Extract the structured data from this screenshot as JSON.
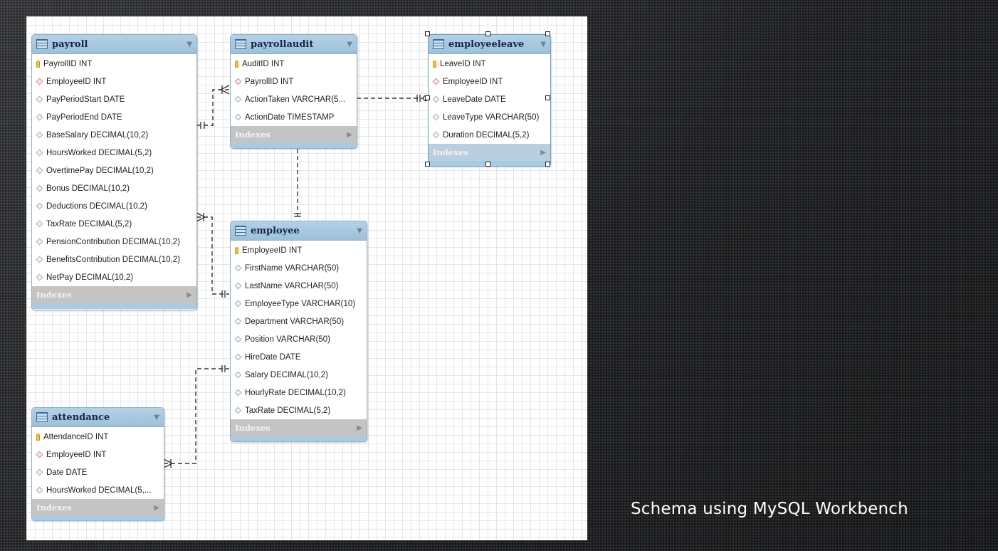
{
  "caption": "Schema using MySQL Workbench",
  "indexes_label": "Indexes",
  "colors": {
    "header": "#a3c4dc",
    "footer": "#c4c4c4",
    "pk_key": "#f0c43a",
    "fk_diamond": "#d48d8d"
  },
  "tables": {
    "payroll": {
      "title": "payroll",
      "columns": [
        {
          "text": "PayrollID INT",
          "kind": "pk"
        },
        {
          "text": "EmployeeID INT",
          "kind": "fk"
        },
        {
          "text": "PayPeriodStart DATE",
          "kind": "col"
        },
        {
          "text": "PayPeriodEnd DATE",
          "kind": "col"
        },
        {
          "text": "BaseSalary DECIMAL(10,2)",
          "kind": "col"
        },
        {
          "text": "HoursWorked DECIMAL(5,2)",
          "kind": "col"
        },
        {
          "text": "OvertimePay DECIMAL(10,2)",
          "kind": "col"
        },
        {
          "text": "Bonus DECIMAL(10,2)",
          "kind": "col"
        },
        {
          "text": "Deductions DECIMAL(10,2)",
          "kind": "col"
        },
        {
          "text": "TaxRate DECIMAL(5,2)",
          "kind": "col"
        },
        {
          "text": "PensionContribution DECIMAL(10,2)",
          "kind": "col"
        },
        {
          "text": "BenefitsContribution DECIMAL(10,2)",
          "kind": "col"
        },
        {
          "text": "NetPay DECIMAL(10,2)",
          "kind": "col"
        }
      ]
    },
    "payrollaudit": {
      "title": "payrollaudit",
      "columns": [
        {
          "text": "AuditID INT",
          "kind": "pk"
        },
        {
          "text": "PayrollID INT",
          "kind": "fk"
        },
        {
          "text": "ActionTaken VARCHAR(5...",
          "kind": "col"
        },
        {
          "text": "ActionDate TIMESTAMP",
          "kind": "col"
        }
      ]
    },
    "employeeleave": {
      "title": "employeeleave",
      "columns": [
        {
          "text": "LeaveID INT",
          "kind": "pk"
        },
        {
          "text": "EmployeeID INT",
          "kind": "fk"
        },
        {
          "text": "LeaveDate DATE",
          "kind": "col"
        },
        {
          "text": "LeaveType VARCHAR(50)",
          "kind": "col"
        },
        {
          "text": "Duration DECIMAL(5,2)",
          "kind": "col"
        }
      ]
    },
    "employee": {
      "title": "employee",
      "columns": [
        {
          "text": "EmployeeID INT",
          "kind": "pk"
        },
        {
          "text": "FirstName VARCHAR(50)",
          "kind": "col"
        },
        {
          "text": "LastName VARCHAR(50)",
          "kind": "col"
        },
        {
          "text": "EmployeeType VARCHAR(10)",
          "kind": "col"
        },
        {
          "text": "Department VARCHAR(50)",
          "kind": "col"
        },
        {
          "text": "Position VARCHAR(50)",
          "kind": "col"
        },
        {
          "text": "HireDate DATE",
          "kind": "col"
        },
        {
          "text": "Salary DECIMAL(10,2)",
          "kind": "col"
        },
        {
          "text": "HourlyRate DECIMAL(10,2)",
          "kind": "col"
        },
        {
          "text": "TaxRate DECIMAL(5,2)",
          "kind": "col"
        }
      ]
    },
    "attendance": {
      "title": "attendance",
      "columns": [
        {
          "text": "AttendanceID INT",
          "kind": "pk"
        },
        {
          "text": "EmployeeID INT",
          "kind": "fk"
        },
        {
          "text": "Date DATE",
          "kind": "col"
        },
        {
          "text": "HoursWorked DECIMAL(5,...",
          "kind": "col"
        }
      ]
    }
  }
}
